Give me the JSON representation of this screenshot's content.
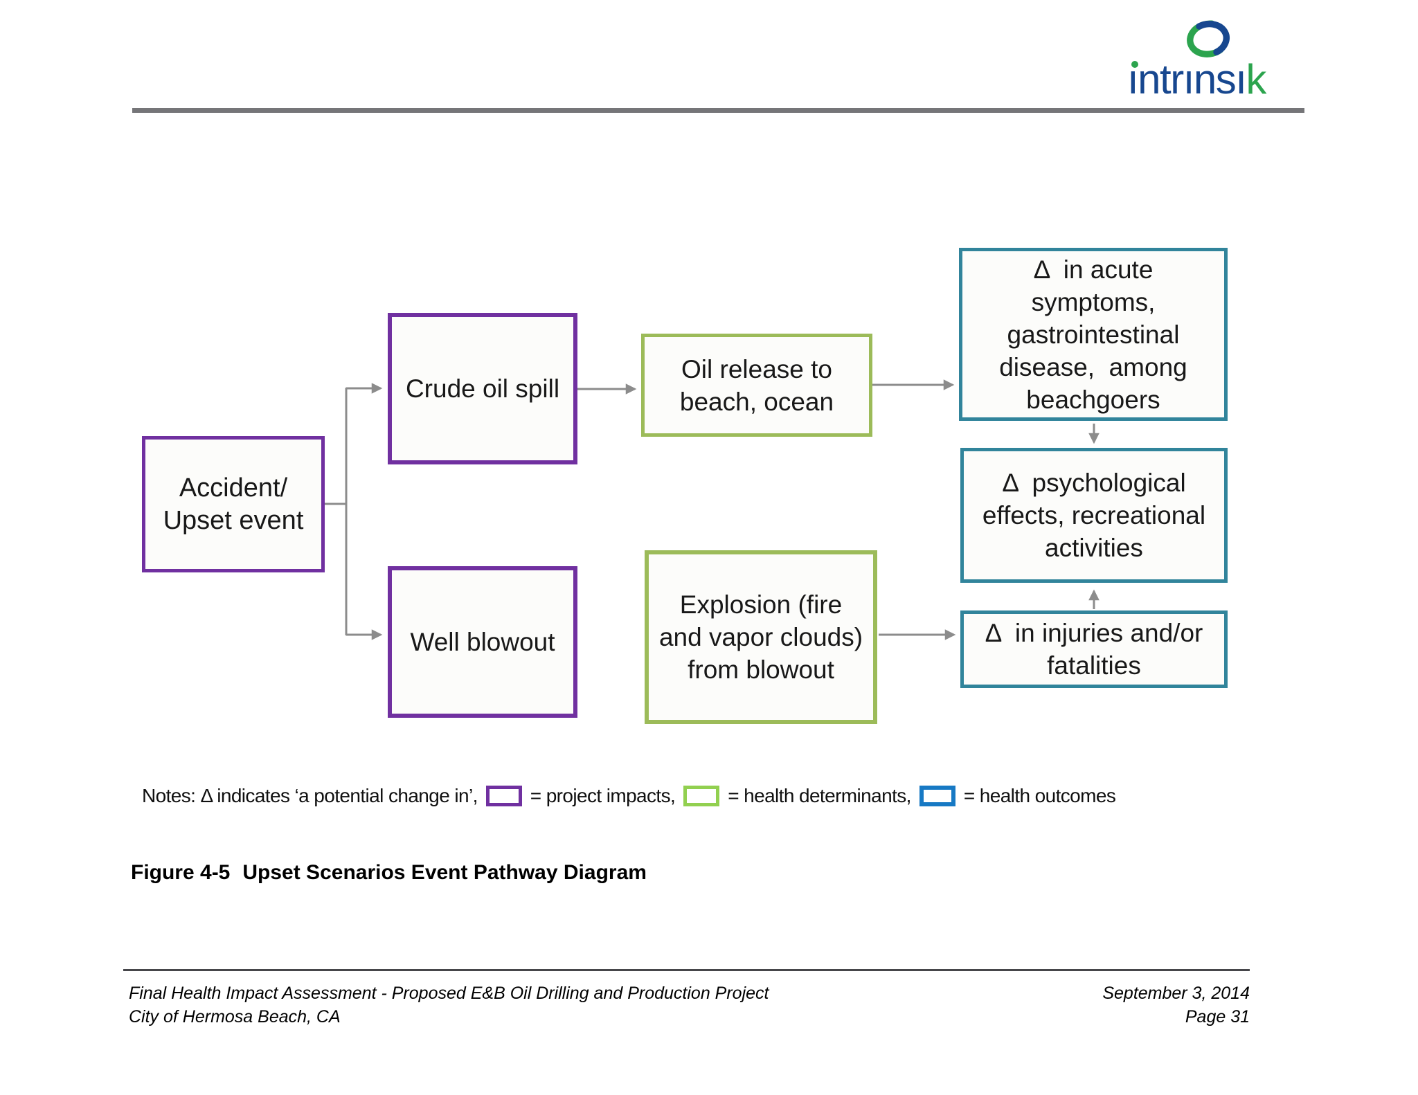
{
  "logo": {
    "first_i": "ı",
    "mid": "ntrınsı",
    "k": "k"
  },
  "diagram": {
    "boxes": {
      "accident": {
        "label": "Accident/\nUpset event"
      },
      "crude_oil_spill": {
        "label": "Crude oil spill"
      },
      "well_blowout": {
        "label": "Well blowout"
      },
      "oil_release": {
        "label": "Oil release to\nbeach, ocean"
      },
      "explosion": {
        "label": "Explosion (fire\nand vapor clouds)\nfrom blowout"
      },
      "acute_symptoms": {
        "label": "Δ  in acute\nsymptoms,\ngastrointestinal\ndisease,  among\nbeachgoers"
      },
      "psychological_effects": {
        "label": "Δ  psychological\neffects, recreational\nactivities"
      },
      "injuries_fatalities": {
        "label": "Δ  in injuries and/or\nfatalities"
      }
    },
    "colors": {
      "project_impact_border": "#7030A0",
      "health_determinant_border": "#9CBB59",
      "health_outcome_border": "#31849B",
      "legend_project_impact": "#7030A0",
      "legend_health_determinant": "#92D050",
      "legend_health_outcome": "#1779C4",
      "arrow": "#8C8C8C"
    }
  },
  "notes": {
    "prefix": "Notes: Δ indicates ‘a potential change in’,",
    "project_impacts": "= project impacts,",
    "health_determinants": "= health determinants,",
    "health_outcomes": "= health outcomes"
  },
  "caption": {
    "label": "Figure 4-5",
    "title": "Upset Scenarios Event Pathway Diagram"
  },
  "footer": {
    "left_line1": "Final Health Impact Assessment - Proposed E&B Oil Drilling and Production Project",
    "left_line2": "City of Hermosa Beach, CA",
    "right_line1": "September 3, 2014",
    "right_line2": "Page 31"
  }
}
